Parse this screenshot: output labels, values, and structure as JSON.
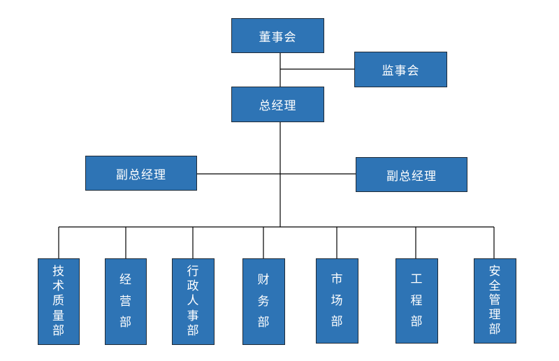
{
  "chart": {
    "board": "董事会",
    "supervisory": "监事会",
    "gm": "总经理",
    "vgm_left": "副总经理",
    "vgm_right": "副总经理",
    "departments": [
      "技术质量部",
      "经营部",
      "行政人事部",
      "财务部",
      "市场部",
      "工程部",
      "安全管理部"
    ]
  },
  "colors": {
    "box_fill": "#2e74b5",
    "box_border": "#1f2a36",
    "box_text": "#ffffff",
    "line": "#000000"
  }
}
